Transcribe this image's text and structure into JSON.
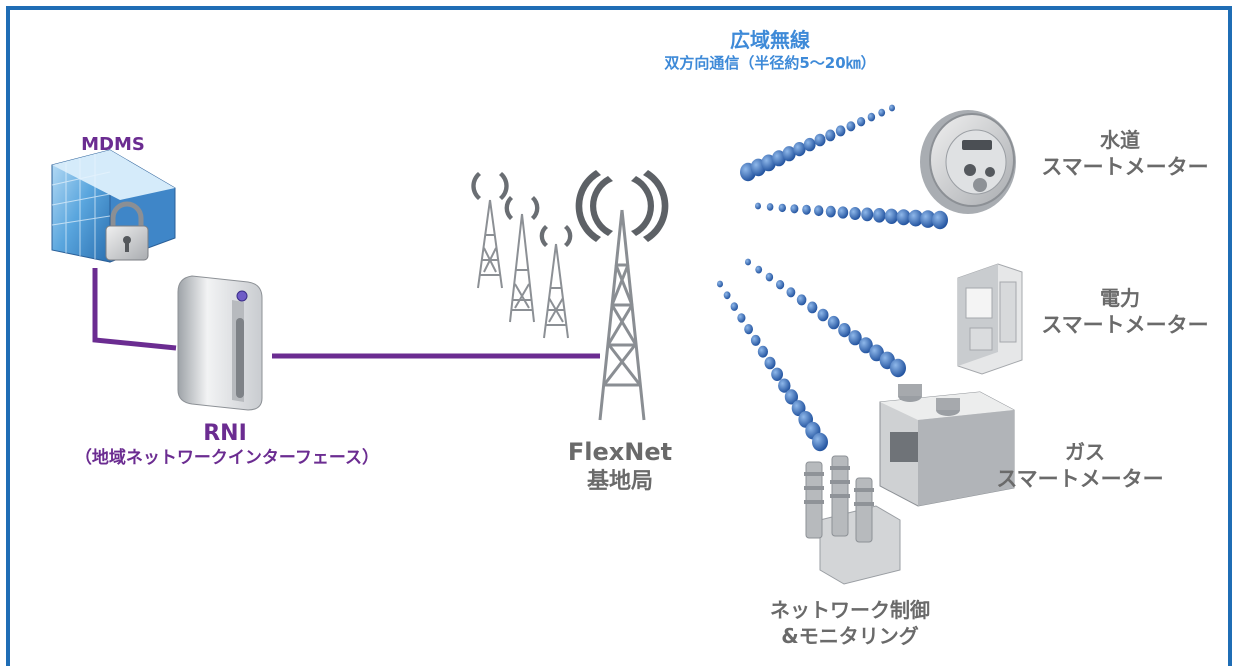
{
  "wireless": {
    "title": "広域無線",
    "subtitle": "双方向通信（半径約5～20㎞）"
  },
  "mdms": {
    "label": "MDMS"
  },
  "rni": {
    "label": "RNI",
    "sublabel": "（地域ネットワークインターフェース）"
  },
  "base_station": {
    "label_line1": "FlexNet",
    "label_line2": "基地局"
  },
  "water_meter": {
    "label_line1": "水道",
    "label_line2": "スマートメーター"
  },
  "power_meter": {
    "label_line1": "電力",
    "label_line2": "スマートメーター"
  },
  "gas_meter": {
    "label_line1": "ガス",
    "label_line2": "スマートメーター"
  },
  "network_control": {
    "label_line1": "ネットワーク制御",
    "label_line2": "&モニタリング"
  },
  "colors": {
    "frame": "#1f6db5",
    "link": "#6b2c91",
    "signal": "#2f67b8",
    "title_blue": "#3e8ad8",
    "label_gray": "#6a6a6a"
  }
}
